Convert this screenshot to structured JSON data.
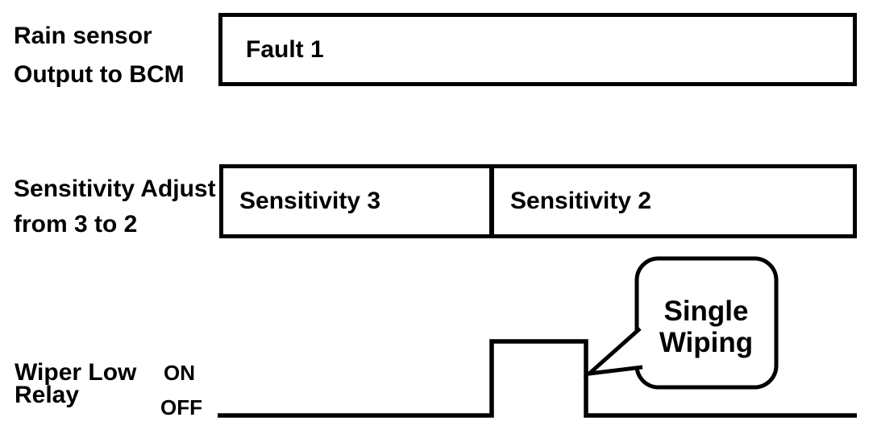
{
  "diagram": {
    "background": "#ffffff",
    "line_color": "#000000"
  },
  "rain_row": {
    "label_line1": "Rain sensor",
    "label_line2": "Output to BCM",
    "signal_box_label": "Fault 1"
  },
  "sensitivity_row": {
    "label_line1": "Sensitivity Adjust",
    "label_line2": "from 3 to 2",
    "segment_before": "Sensitivity 3",
    "segment_after": "Sensitivity 2"
  },
  "wiper_row": {
    "label_line1": "Wiper Low",
    "label_line2": "Relay",
    "on_label": "ON",
    "off_label": "OFF",
    "signal_states": [
      "OFF",
      "ON",
      "OFF"
    ]
  },
  "callout": {
    "line1": "Single",
    "line2": "Wiping"
  }
}
